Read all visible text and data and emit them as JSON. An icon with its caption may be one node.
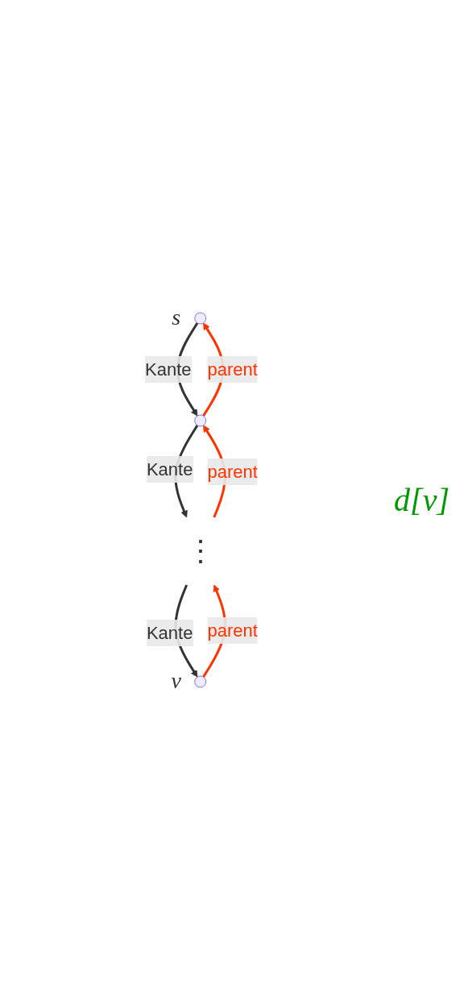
{
  "diagram": {
    "nodes": [
      {
        "text": [],
        "shape": "circle",
        "beside": [
          "s"
        ]
      },
      {
        "text": [],
        "shape": "circle"
      },
      {
        "text": [
          "⋮"
        ]
      },
      {
        "text": [],
        "shape": "circle",
        "beside": [
          "v"
        ]
      }
    ],
    "edges": [
      {
        "from": 0,
        "to": 1,
        "arrow": "to",
        "label": "Kante"
      },
      {
        "from": 1,
        "to": 2,
        "arrow": "to",
        "label": "Kante"
      },
      {
        "from": 2,
        "to": 3,
        "arrow": "to",
        "label": "Kante"
      },
      {
        "from": 1,
        "to": 0,
        "arrow": "to",
        "label": "parent",
        "color": "#ff3300"
      },
      {
        "from": 2,
        "to": 1,
        "arrow": "to",
        "label": "parent",
        "color": "#ff3300"
      },
      {
        "from": 3,
        "to": 2,
        "arrow": "to",
        "label": "parent",
        "color": "#ff3300"
      }
    ],
    "labels": [
      "d[v]"
    ]
  }
}
